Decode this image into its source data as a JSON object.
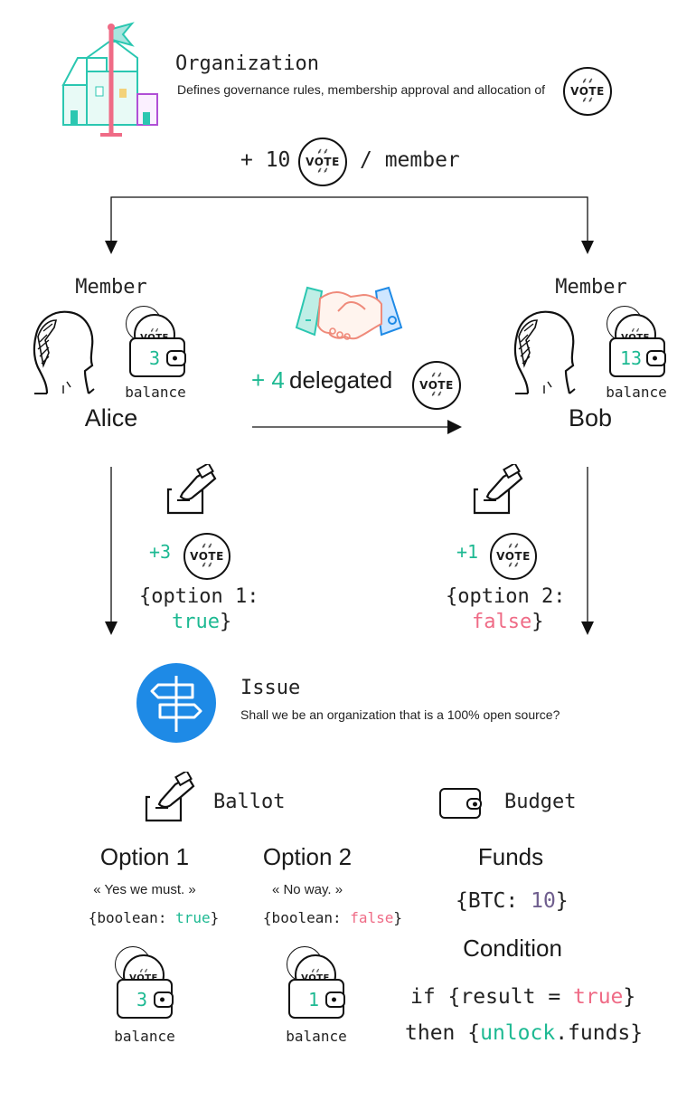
{
  "organization": {
    "title": "Organization",
    "description": "Defines governance rules, membership approval and allocation of"
  },
  "allocation": {
    "prefix": "+ 10",
    "suffix": "/ member"
  },
  "coin": {
    "label": "VOTE",
    "icon": "vote-coin-icon"
  },
  "members": {
    "role_label": "Member",
    "balance_label": "balance",
    "alice": {
      "name": "Alice",
      "balance": "3"
    },
    "bob": {
      "name": "Bob",
      "balance": "13"
    }
  },
  "delegation": {
    "amount": "+ 4",
    "label": "delegated"
  },
  "votes": {
    "alice": {
      "amount": "+3",
      "line1": "{option 1:",
      "value": "true",
      "close": "}"
    },
    "bob": {
      "amount": "+1",
      "line1": "{option 2:",
      "value": "false",
      "close": "}"
    }
  },
  "issue": {
    "title": "Issue",
    "question": "Shall we be an organization that is a 100% open source?"
  },
  "ballot": {
    "title": "Ballot",
    "options": [
      {
        "name": "Option 1",
        "quote": "« Yes we must. »",
        "type_prefix": "{boolean: ",
        "type_value": "true",
        "type_close": "}",
        "balance": "3"
      },
      {
        "name": "Option 2",
        "quote": "« No way. »",
        "type_prefix": "{boolean: ",
        "type_value": "false",
        "type_close": "}",
        "balance": "1"
      }
    ],
    "balance_label": "balance"
  },
  "budget": {
    "title": "Budget",
    "funds_title": "Funds",
    "funds_prefix": "{BTC: ",
    "funds_value": "10",
    "funds_close": "}",
    "condition_title": "Condition",
    "cond_if": "if {result = ",
    "cond_value": "true",
    "cond_close": "}",
    "then_prefix": "then {",
    "then_keyword": "unlock",
    "then_suffix": ".funds}"
  },
  "colors": {
    "accent_green": "#1db992",
    "false_pink": "#ef6b86",
    "issue_blue": "#1e8ae6",
    "number_purple": "#6f5e8e"
  }
}
